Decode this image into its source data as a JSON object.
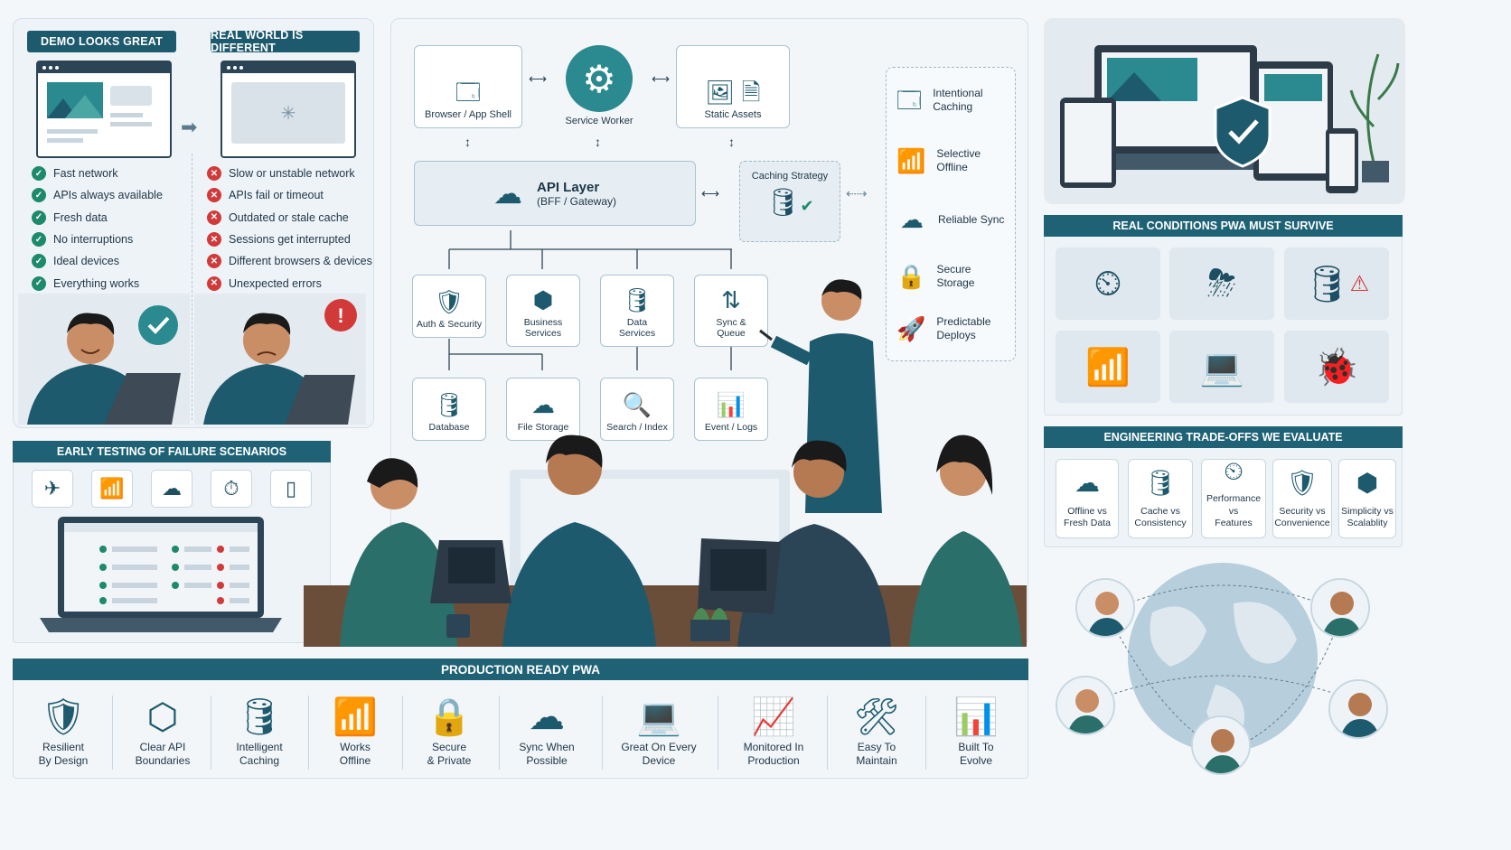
{
  "left_top": {
    "demo_header": "DEMO LOOKS GREAT",
    "real_header": "REAL WORLD IS DIFFERENT",
    "demo_items": [
      "Fast network",
      "APIs always available",
      "Fresh data",
      "No interruptions",
      "Ideal devices",
      "Everything works"
    ],
    "real_items": [
      "Slow or unstable network",
      "APIs fail or timeout",
      "Outdated or stale cache",
      "Sessions get interrupted",
      "Different browsers & devices",
      "Unexpected errors"
    ]
  },
  "early_testing": {
    "header": "EARLY TESTING OF FAILURE SCENARIOS",
    "icons": [
      "airplane-icon",
      "wifi-icon",
      "cloud-upload-icon",
      "stopwatch-icon",
      "mobile-icon"
    ]
  },
  "architecture": {
    "browser": "Browser / App Shell",
    "service_worker": "Service Worker",
    "static_assets": "Static Assets",
    "api_layer": "API Layer",
    "api_layer_sub": "(BFF / Gateway)",
    "caching_strategy": "Caching Strategy",
    "services": [
      "Auth & Security",
      "Business Services",
      "Data Services",
      "Sync & Queue"
    ],
    "stores": [
      "Database",
      "File Storage",
      "Search / Index",
      "Event / Logs"
    ]
  },
  "strategies": [
    "Intentional Caching",
    "Selective Offline",
    "Reliable Sync",
    "Secure Storage",
    "Predictable Deploys"
  ],
  "conditions": {
    "header": "REAL CONDITIONS PWA MUST SURVIVE",
    "icons": [
      "speedometer-icon",
      "cloud-storm-icon",
      "database-warning-icon",
      "wifi-off-icon",
      "devices-icon",
      "bug-icon"
    ]
  },
  "tradeoffs": {
    "header": "ENGINEERING TRADE-OFFS WE EVALUATE",
    "items": [
      {
        "l1": "Offline vs",
        "l2": "Fresh Data"
      },
      {
        "l1": "Cache vs",
        "l2": "Consistency"
      },
      {
        "l1": "Performance vs",
        "l2": "Features"
      },
      {
        "l1": "Security vs",
        "l2": "Convenience"
      },
      {
        "l1": "Simplicity vs",
        "l2": "Scalablity"
      }
    ]
  },
  "production": {
    "header": "PRODUCTION READY PWA",
    "items": [
      {
        "l1": "Resilient",
        "l2": "By Design"
      },
      {
        "l1": "Clear API",
        "l2": "Boundaries"
      },
      {
        "l1": "Intelligent",
        "l2": "Caching"
      },
      {
        "l1": "Works",
        "l2": "Offline"
      },
      {
        "l1": "Secure",
        "l2": "& Private"
      },
      {
        "l1": "Sync When",
        "l2": "Possible"
      },
      {
        "l1": "Great On Every",
        "l2": "Device"
      },
      {
        "l1": "Monitored In",
        "l2": "Production"
      },
      {
        "l1": "Easy To",
        "l2": "Maintain"
      },
      {
        "l1": "Built To",
        "l2": "Evolve"
      }
    ]
  },
  "colors": {
    "accent": "#1e5a6e",
    "teal": "#2a8a8f",
    "success": "#1d8a6b",
    "error": "#d23a3a"
  }
}
